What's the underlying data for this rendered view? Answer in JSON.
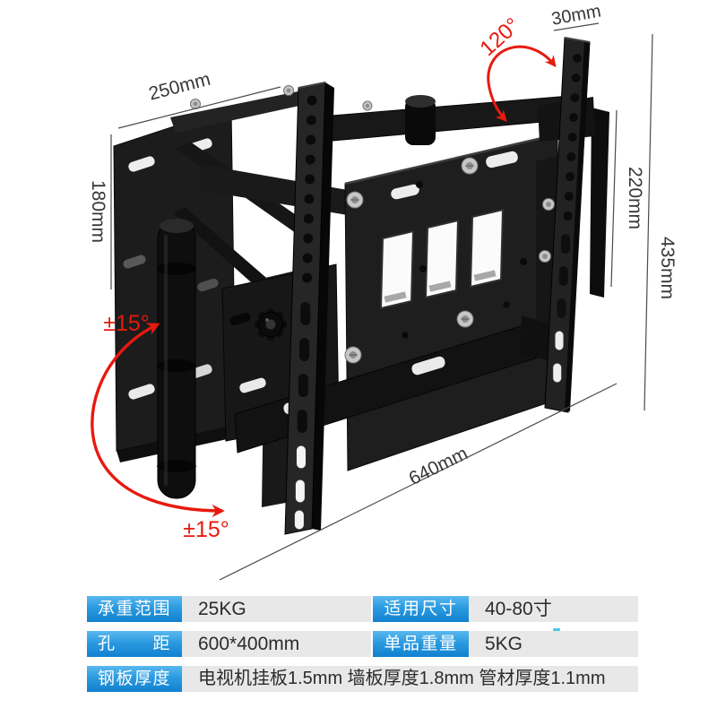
{
  "product": {
    "name": "articulating-tv-wall-mount-bracket",
    "annotations": {
      "dim_250": "250mm",
      "dim_180": "180mm",
      "dim_30": "30mm",
      "angle_120": "120°",
      "tilt_upper": "±15°",
      "tilt_lower": "±15°",
      "dim_220": "220mm",
      "dim_435": "435mm",
      "dim_640": "640mm"
    },
    "colors": {
      "annotation_red": "#e8190f",
      "dimension_line": "#4b4b4b",
      "metal_black": "#1c1c1c"
    }
  },
  "spec_table": {
    "colors": {
      "label_bg_top": "#5ab8ef",
      "label_bg_bottom": "#1180cf",
      "value_bg": "#e8e8e8"
    },
    "rows": [
      {
        "cells": [
          {
            "label": "承重范围",
            "value": "25KG"
          },
          {
            "label": "适用尺寸",
            "value": "40-80寸"
          }
        ]
      },
      {
        "cells": [
          {
            "label": "孔　　距",
            "value": "600*400mm"
          },
          {
            "label": "单品重量",
            "value": "5KG"
          }
        ]
      },
      {
        "cells": [
          {
            "label": "钢板厚度",
            "value": "电视机挂板1.5mm 墙板厚度1.8mm 管材厚度1.1mm"
          }
        ]
      }
    ]
  }
}
